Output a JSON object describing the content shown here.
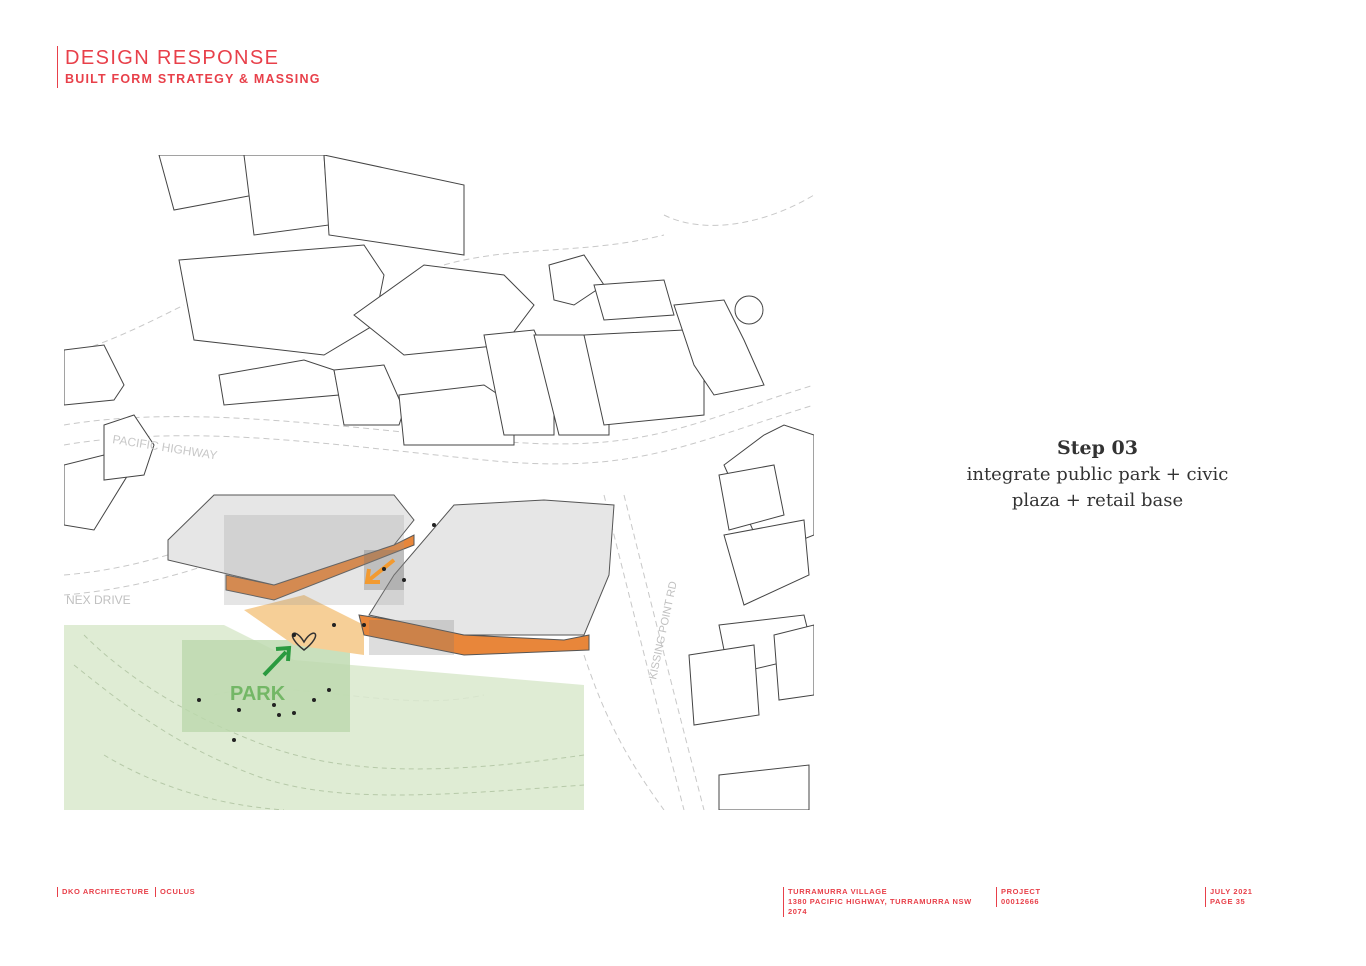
{
  "header": {
    "title": "DESIGN RESPONSE",
    "subtitle": "BUILT FORM STRATEGY & MASSING"
  },
  "map": {
    "road_pacific": "PACIFIC HIGHWAY",
    "road_annex": "NEX DRIVE",
    "road_kissing": "KISSING POINT RD",
    "park_label": "PARK"
  },
  "step": {
    "title": "Step 03",
    "line1": "integrate public park + civic",
    "line2": "plaza + retail base"
  },
  "footer": {
    "firm": "DKO ARCHITECTURE",
    "partner": "OCULUS",
    "project_name": "TURRAMURRA VILLAGE",
    "address": "1380 PACIFIC HIGHWAY, TURRAMURRA NSW 2074",
    "project_label": "PROJECT",
    "project_number": "00012666",
    "date": "JULY 2021",
    "page": "PAGE 35"
  },
  "colors": {
    "accent": "#e8404a",
    "park": "#cfe3c0",
    "podium_orange": "#e8863a",
    "plaza": "#f6cf97",
    "arrow_green": "#2a9a3f",
    "arrow_orange": "#f29a30"
  }
}
